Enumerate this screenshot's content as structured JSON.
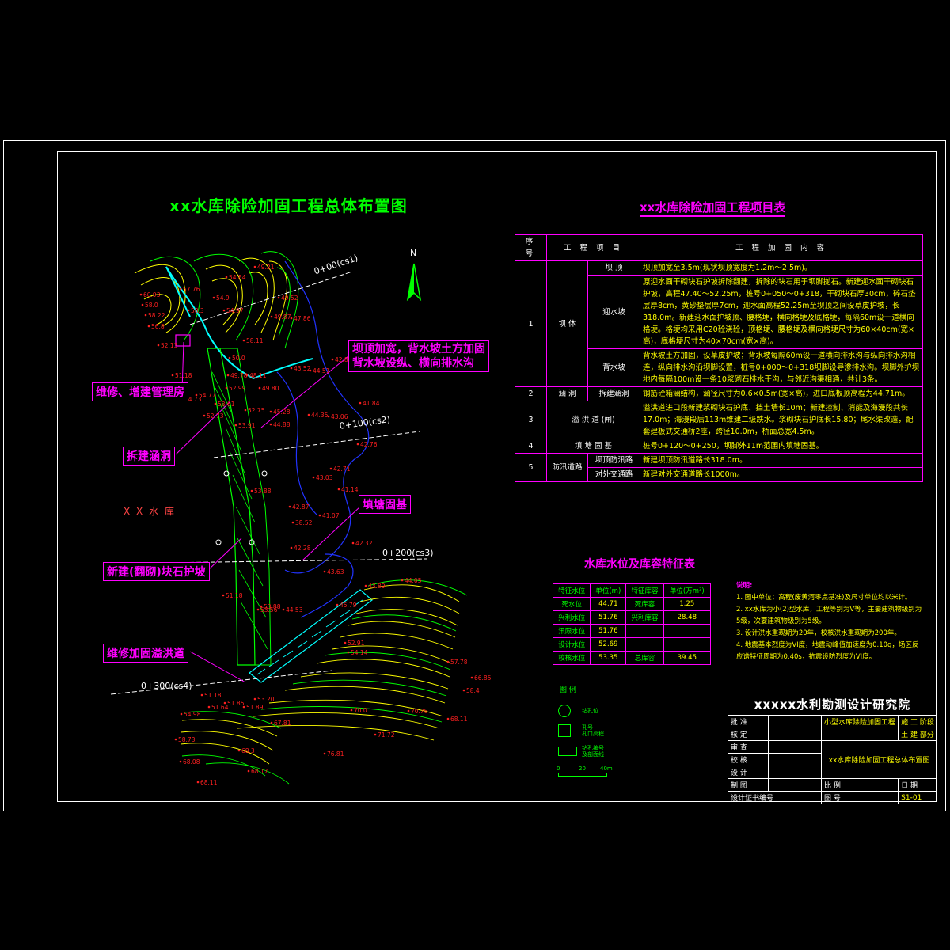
{
  "drawing": {
    "main_title": "xx水库除险加固工程总体布置图",
    "project_table_title": "xx水库除险加固工程项目表",
    "water_table_title": "水库水位及库容特征表",
    "reservoir_label": "X X 水 库",
    "north_label": "N"
  },
  "project_table": {
    "headers": [
      "序 号",
      "工 程 项 目",
      "工 程 加 固 内 容"
    ],
    "rows": [
      {
        "no": "1",
        "item": "坝 体",
        "sub": "坝 顶",
        "content": "坝顶加宽至3.5m(现状坝顶宽度为1.2m～2.5m)。"
      },
      {
        "sub": "迎水坡",
        "content": "原迎水面干砌块石护坡拆除翻建，拆除的块石用于坝脚抛石。新建迎水面干砌块石护坡，高程47.40～52.25m，桩号0+050～0+318，干砌块石厚30cm，碎石垫层厚8cm，黄砂垫层厚7cm，迎水面高程52.25m至坝顶之间设草皮护坡，长318.0m。新建迎水面护坡顶、腰格埂，横向格埂及底格埂，每隔60m设一道横向格埂。格埂均采用C20砼浇砼，顶格埂、腰格埂及横向格埂尺寸为60×40cm(宽×高)，底格埂尺寸为40×70cm(宽×高)。"
      },
      {
        "sub": "背水坡",
        "content": "背水坡土方加固，设草皮护坡；背水坡每隔60m设一道横向排水沟与纵向排水沟相连，纵向排水沟沿坝脚设置，桩号0+000～0+318坝脚设导渗排水沟。坝脚外护坝地内每隔100m设一条10浆砌石排水干沟，与邻近沟渠相通，共计3条。"
      },
      {
        "no": "2",
        "item": "涵 洞",
        "sub": "拆建涵洞",
        "content": "钢筋砼箱涵结构，涵径尺寸为0.6×0.5m(宽×高)，进口底板顶高程为44.71m。"
      },
      {
        "no": "3",
        "item": "溢 洪 道 (闸)",
        "content": "溢洪道进口段新建浆砌块石护底、挡土墙长10m；新建控制、消能及海漫段共长17.0m；海漫段后113m维建二级跌水。浆砌块石护底长15.80；尾水渠改造，配套建板式交通桥2座，跨径10.0m，桥面总宽4.5m。"
      },
      {
        "no": "4",
        "item": "填 塘 固 基",
        "content": "桩号0+120～0+250，坝脚外11m范围内填塘固基。"
      },
      {
        "no": "5",
        "item": "防汛道路",
        "sub": "坝顶防汛路",
        "content": "新建坝顶防汛道路长318.0m。"
      },
      {
        "sub": "对外交通路",
        "content": "新建对外交通道路长1000m。"
      }
    ]
  },
  "water_table": {
    "headers": [
      "特征水位",
      "单位(m)",
      "特征库容",
      "单位(万m³)"
    ],
    "rows": [
      [
        "死水位",
        "44.71",
        "死库容",
        "1.25"
      ],
      [
        "兴利水位",
        "51.76",
        "兴利库容",
        "28.48"
      ],
      [
        "汛限水位",
        "51.76",
        "",
        ""
      ],
      [
        "设计水位",
        "52.69",
        "",
        ""
      ],
      [
        "校核水位",
        "53.35",
        "总库容",
        "39.45"
      ]
    ]
  },
  "notes": {
    "title": "说明:",
    "items": [
      "1. 图中单位：高程(废黄河零点基准)及尺寸单位均以米计。",
      "2. xx水库为小(2)型水库，工程等别为V等，主要建筑物级别为5级，次要建筑物级别为5级。",
      "3. 设计洪水重现期为20年，校核洪水重现期为200年。",
      "4. 地震基本烈度为VI度，地震动峰值加速度为0.10g，场区反应谱特征周期为0.40s，抗震设防烈度为VI度。"
    ]
  },
  "legend": {
    "title": "图 例",
    "items": [
      "钻孔位",
      "孔号\n孔口高程",
      "钻孔编号\n及剖面线"
    ],
    "scale": [
      "0",
      "20",
      "40m"
    ]
  },
  "title_block": {
    "org": "xxxxx水利勘测设计研究院",
    "rows": [
      "批 准",
      "核 定",
      "审 查",
      "校 核",
      "设 计",
      "制 图",
      "设计证书编号"
    ],
    "project": "小型水库除险加固工程",
    "stage_1": "施 工 阶段",
    "stage_2": "土 建 部分",
    "drawing_name": "xx水库除险加固工程总体布置图",
    "scale_label": "比 例",
    "date_label": "日 期",
    "number_label": "图 号",
    "number": "S1-01"
  },
  "callouts": {
    "dam_top": "坝顶加宽，背水坡土方加固",
    "drainage": "背水坡设纵、横向排水沟",
    "house": "维修、增建管理房",
    "culvert": "拆建涵洞",
    "fill": "填塘固基",
    "revetment": "新建(翻砌)块石护坡",
    "spillway": "维修加固溢洪道"
  },
  "sections": {
    "cs1": "0+00(cs1)",
    "cs2": "0+100(cs2)",
    "cs3": "0+200(cs3)",
    "cs4": "0+300(cs4)"
  },
  "elevations": [
    {
      "t": "60.93"
    },
    {
      "t": "58.0"
    },
    {
      "t": "58.22"
    },
    {
      "t": "56.8"
    },
    {
      "t": "52.13"
    },
    {
      "t": "51.18"
    },
    {
      "t": "54.84"
    },
    {
      "t": "54.9"
    },
    {
      "t": "57.76"
    },
    {
      "t": "54.97"
    },
    {
      "t": "58.3"
    },
    {
      "t": "58.11"
    },
    {
      "t": "49.21"
    },
    {
      "t": "49.52"
    },
    {
      "t": "49.87"
    },
    {
      "t": "47.86"
    },
    {
      "t": "50.0"
    },
    {
      "t": "49.78"
    },
    {
      "t": "48.11"
    },
    {
      "t": "52.99"
    },
    {
      "t": "49.80"
    },
    {
      "t": "43.52"
    },
    {
      "t": "44.51"
    },
    {
      "t": "42.81"
    },
    {
      "t": "41.84"
    },
    {
      "t": "45.28"
    },
    {
      "t": "44.35"
    },
    {
      "t": "43.06"
    },
    {
      "t": "44.88"
    },
    {
      "t": "53.91"
    },
    {
      "t": "52.73"
    },
    {
      "t": "54.77"
    },
    {
      "t": "54.73"
    },
    {
      "t": "53.61"
    },
    {
      "t": "52.75"
    },
    {
      "t": "42.76"
    },
    {
      "t": "42.71"
    },
    {
      "t": "43.03"
    },
    {
      "t": "41.14"
    },
    {
      "t": "42.87"
    },
    {
      "t": "41.07"
    },
    {
      "t": "38.52"
    },
    {
      "t": "42.28"
    },
    {
      "t": "42.32"
    },
    {
      "t": "43.63"
    },
    {
      "t": "43.89"
    },
    {
      "t": "44.05"
    },
    {
      "t": "53.88"
    },
    {
      "t": "51.18"
    },
    {
      "t": "53.56"
    },
    {
      "t": "44.53"
    },
    {
      "t": "45.79"
    },
    {
      "t": "52.91"
    },
    {
      "t": "54.14"
    },
    {
      "t": "57.78"
    },
    {
      "t": "66.85"
    },
    {
      "t": "58.4"
    },
    {
      "t": "70.78"
    },
    {
      "t": "68.11"
    },
    {
      "t": "71.72"
    },
    {
      "t": "76.81"
    },
    {
      "t": "68.17"
    },
    {
      "t": "68.11"
    },
    {
      "t": "68.08"
    },
    {
      "t": "58.73"
    },
    {
      "t": "54.98"
    },
    {
      "t": "51.18"
    },
    {
      "t": "51.64"
    },
    {
      "t": "51.85"
    },
    {
      "t": "51.89"
    },
    {
      "t": "53.20"
    },
    {
      "t": "68.3"
    },
    {
      "t": "67.81"
    },
    {
      "t": "70.0"
    },
    {
      "t": "53.88"
    }
  ],
  "colors": {
    "frame": "#ffffff",
    "table_line": "#ff00ff",
    "title": "#00ff00",
    "text_yellow": "#ffff00",
    "contour_green": "#00ff00",
    "contour_yellow": "#ffff00",
    "water_line": "#00ffff",
    "elevation_red": "#ff2020"
  }
}
